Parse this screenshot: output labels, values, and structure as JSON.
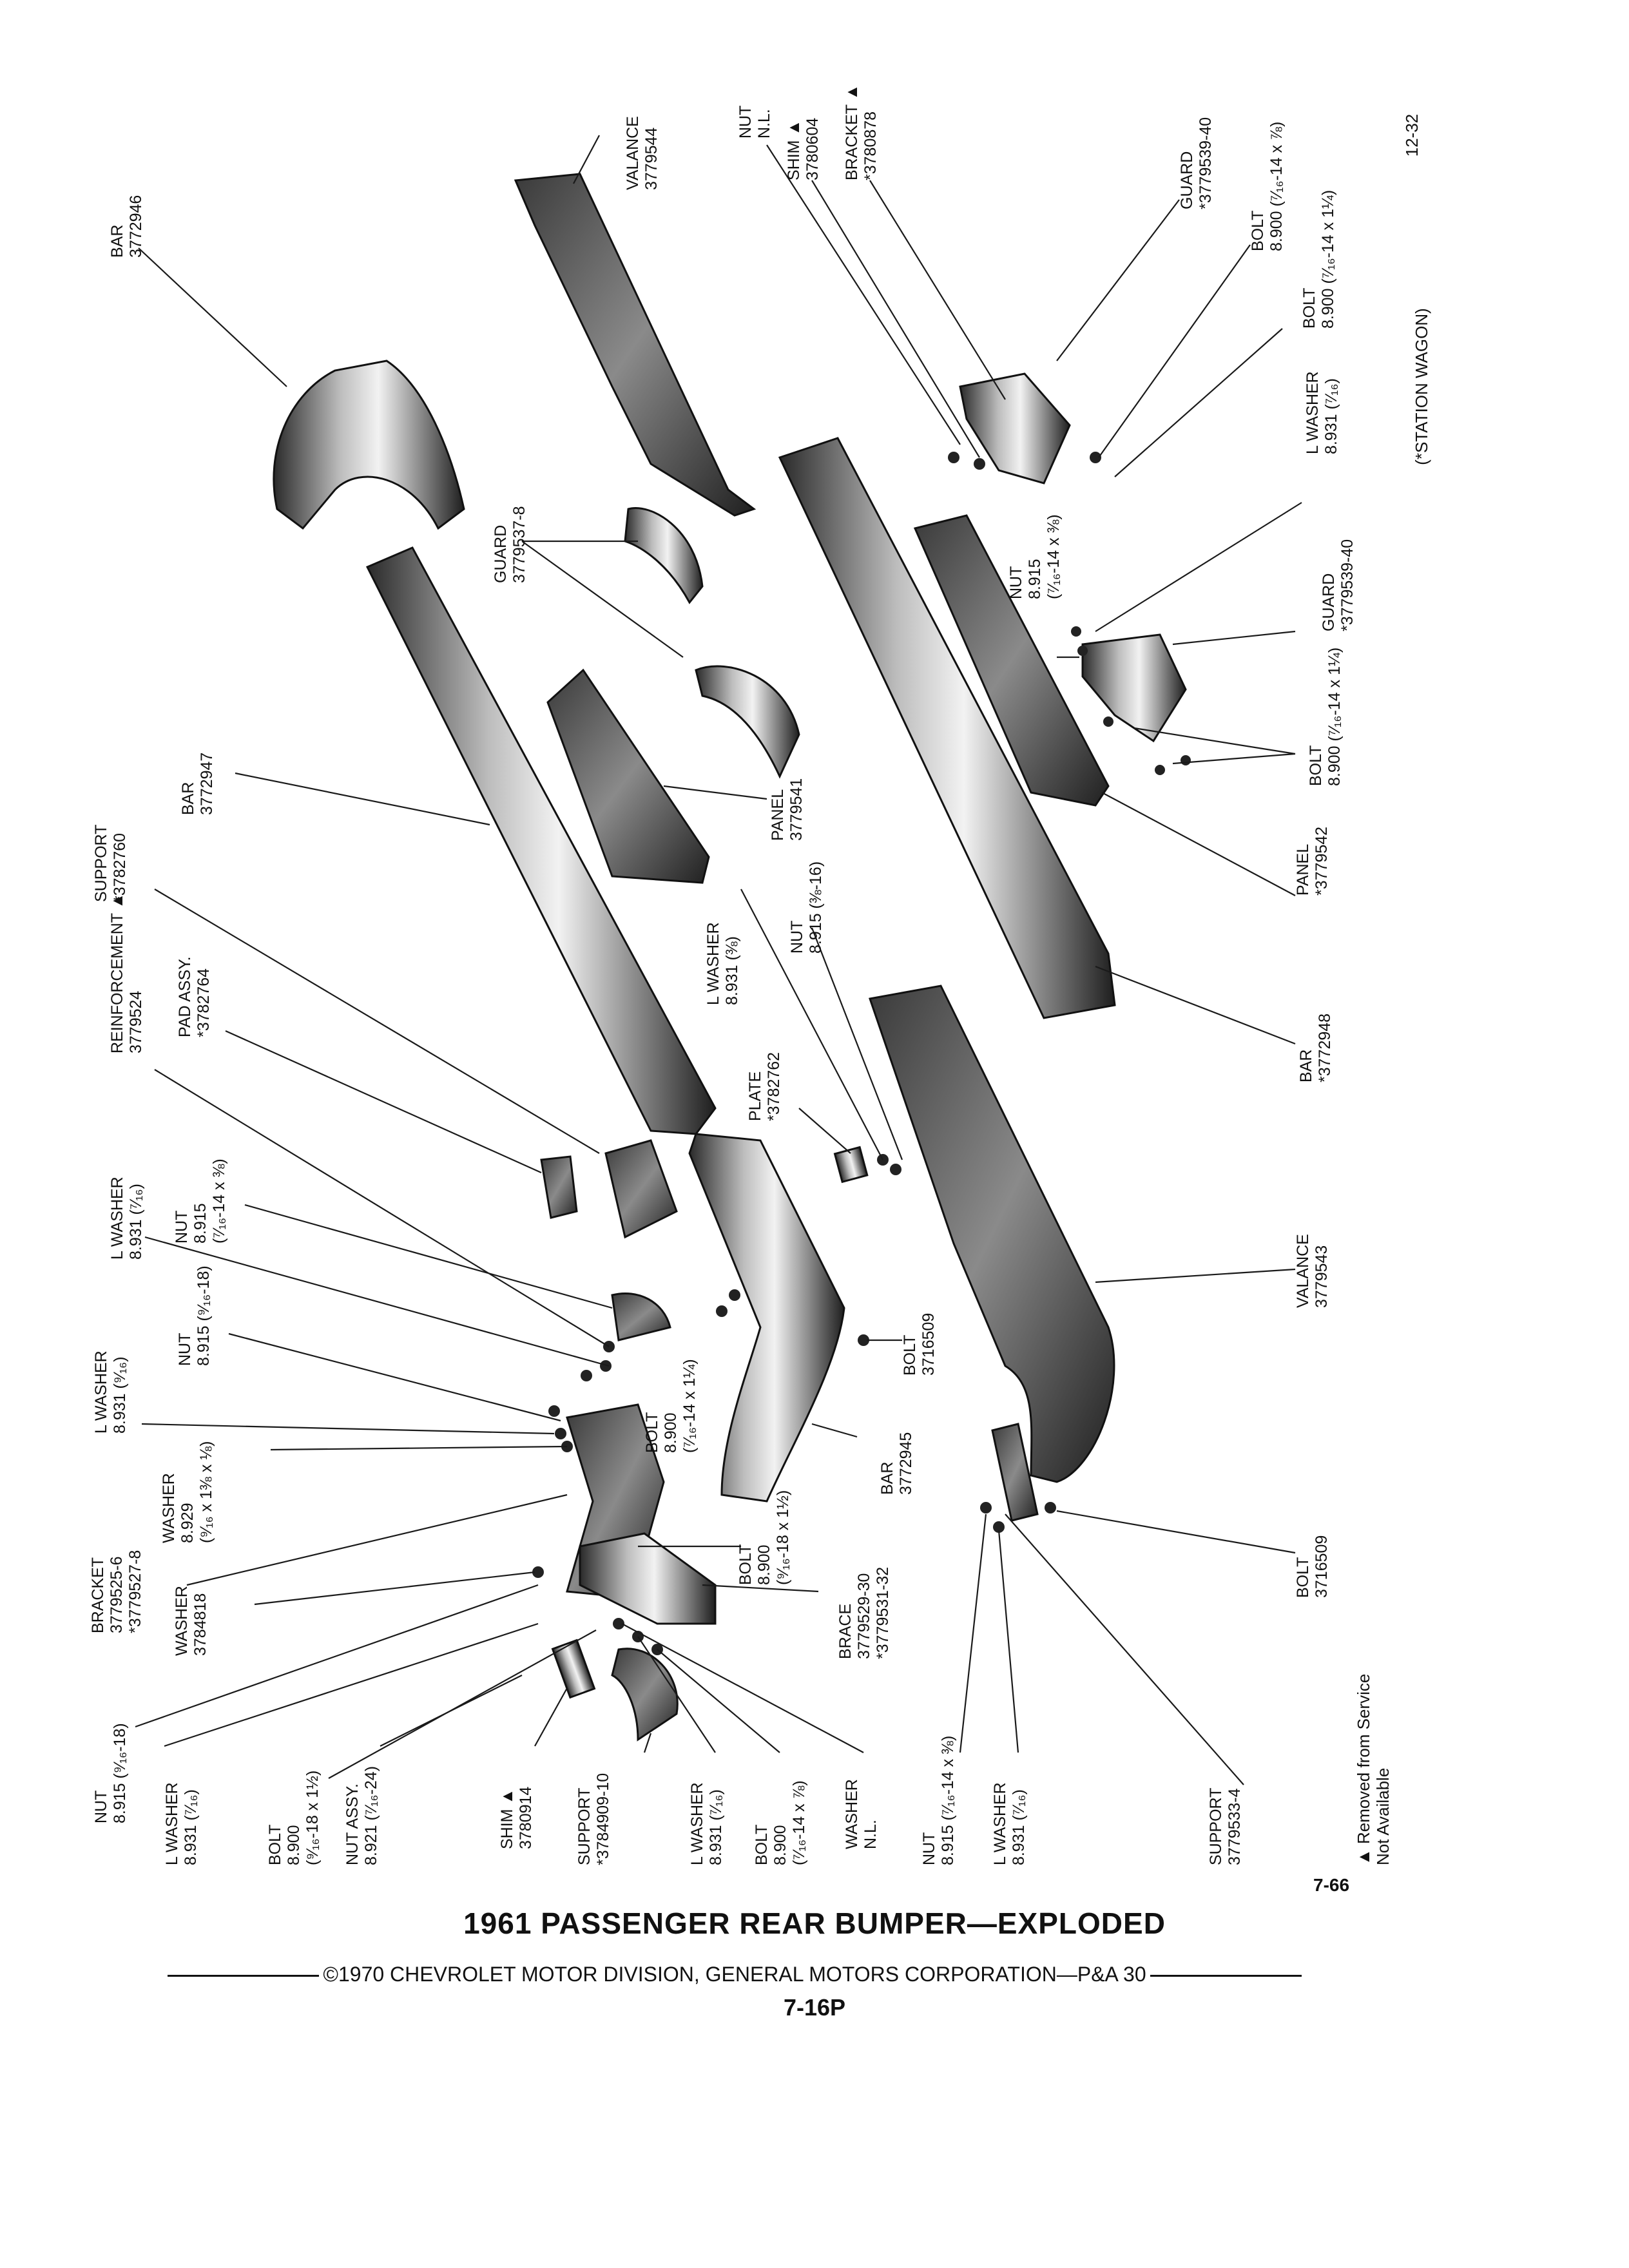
{
  "title": "1961 PASSENGER REAR BUMPER—EXPLODED",
  "figure_number": "7-66",
  "copyright": "©1970 CHEVROLET MOTOR DIVISION, GENERAL MOTORS CORPORATION—P&A 30",
  "page_number": "7-16P",
  "corner_code": "12-32",
  "station_wagon_note": "(*STATION WAGON)",
  "legend": [
    "▲ Removed from Service",
    "Not Available"
  ],
  "callouts": [
    {
      "id": "bar-3772946",
      "lines": [
        "BAR",
        "3772946"
      ]
    },
    {
      "id": "valance-3779544",
      "lines": [
        "VALANCE",
        "3779544"
      ]
    },
    {
      "id": "nut-nl-top",
      "lines": [
        "NUT",
        "N.L."
      ]
    },
    {
      "id": "shim-3780604",
      "lines": [
        "SHIM ▲",
        "3780604"
      ]
    },
    {
      "id": "bracket-3780878",
      "lines": [
        "BRACKET ▲",
        "*3780878"
      ]
    },
    {
      "id": "guard-top",
      "lines": [
        "GUARD",
        "*3779539-40"
      ]
    },
    {
      "id": "bolt-8900-top",
      "lines": [
        "BOLT",
        "8.900 (⁷⁄₁₆-14 x ⅞)"
      ]
    },
    {
      "id": "bolt-8900-1-1-4",
      "lines": [
        "BOLT",
        "8.900 (⁷⁄₁₆-14 x 1¼)"
      ]
    },
    {
      "id": "lwasher-right",
      "lines": [
        "L WASHER",
        "8.931 (⁷⁄₁₆)"
      ]
    },
    {
      "id": "guard-3779537",
      "lines": [
        "GUARD",
        "3779537-8"
      ]
    },
    {
      "id": "nut-8915-mid",
      "lines": [
        "NUT",
        "8.915",
        "(⁷⁄₁₆-14 x ⅜)"
      ]
    },
    {
      "id": "guard-right",
      "lines": [
        "GUARD",
        "*3779539-40"
      ]
    },
    {
      "id": "bolt-8900-right",
      "lines": [
        "BOLT",
        "8.900 (⁷⁄₁₆-14 x 1¼)"
      ]
    },
    {
      "id": "bar-3772947",
      "lines": [
        "BAR",
        "3772947"
      ]
    },
    {
      "id": "panel-3779541",
      "lines": [
        "PANEL",
        "3779541"
      ]
    },
    {
      "id": "panel-3779542",
      "lines": [
        "PANEL",
        "*3779542"
      ]
    },
    {
      "id": "support-3782760",
      "lines": [
        "SUPPORT",
        "*3782760"
      ]
    },
    {
      "id": "lwasher-3-8",
      "lines": [
        "L WASHER",
        "8.931 (⅜)"
      ]
    },
    {
      "id": "nut-3-8",
      "lines": [
        "NUT",
        "8.915 (⅜-16)"
      ]
    },
    {
      "id": "pad-assy",
      "lines": [
        "PAD ASSY.",
        "*3782764"
      ]
    },
    {
      "id": "reinforcement",
      "lines": [
        "REINFORCEMENT ▲",
        "3779524"
      ]
    },
    {
      "id": "plate",
      "lines": [
        "PLATE",
        "*3782762"
      ]
    },
    {
      "id": "bar-3772948",
      "lines": [
        "BAR",
        "*3772948"
      ]
    },
    {
      "id": "lwasher-7-16-a",
      "lines": [
        "L WASHER",
        "8.931 (⁷⁄₁₆)"
      ]
    },
    {
      "id": "nut-8915-left",
      "lines": [
        "NUT",
        "8.915",
        "(⁷⁄₁₆-14 x ⅜)"
      ]
    },
    {
      "id": "valance-3779543",
      "lines": [
        "VALANCE",
        "3779543"
      ]
    },
    {
      "id": "nut-9-16",
      "lines": [
        "NUT",
        "8.915 (⁹⁄₁₆-18)"
      ]
    },
    {
      "id": "bolt-3716509-a",
      "lines": [
        "BOLT",
        "3716509"
      ]
    },
    {
      "id": "lwasher-9-16",
      "lines": [
        "L WASHER",
        "8.931 (⁹⁄₁₆)"
      ]
    },
    {
      "id": "bolt-8900-center",
      "lines": [
        "BOLT",
        "8.900",
        "(⁷⁄₁₆-14 x 1¼)"
      ]
    },
    {
      "id": "washer-8929",
      "lines": [
        "WASHER",
        "8.929",
        "(⁹⁄₁₆ x 1⅜ x ⅛)"
      ]
    },
    {
      "id": "bar-3772945",
      "lines": [
        "BAR",
        "3772945"
      ]
    },
    {
      "id": "bracket-3779525",
      "lines": [
        "BRACKET",
        "3779525-6",
        "*3779527-8"
      ]
    },
    {
      "id": "bolt-9-16-18",
      "lines": [
        "BOLT",
        "8.900",
        "(⁹⁄₁₆-18 x 1½)"
      ]
    },
    {
      "id": "bolt-3716509-b",
      "lines": [
        "BOLT",
        "3716509"
      ]
    },
    {
      "id": "washer-3784818",
      "lines": [
        "WASHER",
        "3784818"
      ]
    },
    {
      "id": "brace",
      "lines": [
        "BRACE",
        "3779529-30",
        "*3779531-32"
      ]
    },
    {
      "id": "nut-9-16-b",
      "lines": [
        "NUT",
        "8.915 (⁹⁄₁₆-18)"
      ]
    },
    {
      "id": "lwasher-7-16-b",
      "lines": [
        "L WASHER",
        "8.931 (⁷⁄₁₆)"
      ]
    },
    {
      "id": "bolt-bottom-1",
      "lines": [
        "BOLT",
        "8.900",
        "(⁹⁄₁₆-18 x 1½)"
      ]
    },
    {
      "id": "nut-assy",
      "lines": [
        "NUT ASSY.",
        "8.921 (⁷⁄₁₆-24)"
      ]
    },
    {
      "id": "shim-3780914",
      "lines": [
        "SHIM ▲",
        "3780914"
      ]
    },
    {
      "id": "support-3784909",
      "lines": [
        "SUPPORT",
        "*3784909-10"
      ]
    },
    {
      "id": "lwasher-7-16-c",
      "lines": [
        "L WASHER",
        "8.931 (⁷⁄₁₆)"
      ]
    },
    {
      "id": "bolt-bottom-2",
      "lines": [
        "BOLT",
        "8.900",
        "(⁷⁄₁₆-14 x ⅞)"
      ]
    },
    {
      "id": "washer-nl",
      "lines": [
        "WASHER",
        "N.L."
      ]
    },
    {
      "id": "nut-bottom",
      "lines": [
        "NUT",
        "8.915 (⁷⁄₁₆-14 x ⅜)"
      ]
    },
    {
      "id": "lwasher-bottom",
      "lines": [
        "L WASHER",
        "8.931 (⁷⁄₁₆)"
      ]
    },
    {
      "id": "support-3779533",
      "lines": [
        "SUPPORT",
        "3779533-4"
      ]
    }
  ]
}
